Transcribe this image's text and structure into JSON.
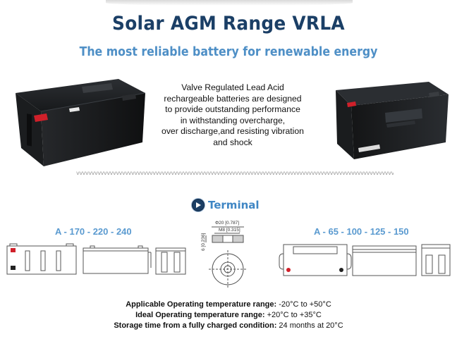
{
  "header": {
    "title": "Solar AGM Range VRLA",
    "subtitle": "The most reliable battery for renewable energy"
  },
  "description": {
    "lines": [
      "Valve Regulated Lead Acid",
      "rechargeable batteries are designed",
      "to provide outstanding performance",
      "in withstanding overcharge,",
      "over discharge,and resisting vibration",
      "and shock"
    ]
  },
  "terminal": {
    "heading": "Terminal",
    "left_models": "A - 170 - 220 - 240",
    "right_models": "A - 65 - 100 -  125 - 150",
    "dim_diameter": "Φ20 [0.787]",
    "dim_thread": "M8 [0.315]",
    "dim_height": "6 [0.236]"
  },
  "specs": {
    "op_range_label": "Applicable Operating temperature range:",
    "op_range_value": " -20°C to +50°C",
    "ideal_label": "Ideal Operating temperature range:",
    "ideal_value": " +20°C to +35°C",
    "storage_label": "Storage time from a fully charged condition:",
    "storage_value": " 24 months at 20°C"
  },
  "colors": {
    "title": "#1b3f66",
    "subtitle": "#4e8fc6",
    "accent": "#5a9ad0",
    "battery_body": "#1c1e20",
    "terminal_red": "#d0202a"
  },
  "icons": {
    "terminal_heading": "play-circle-icon"
  }
}
